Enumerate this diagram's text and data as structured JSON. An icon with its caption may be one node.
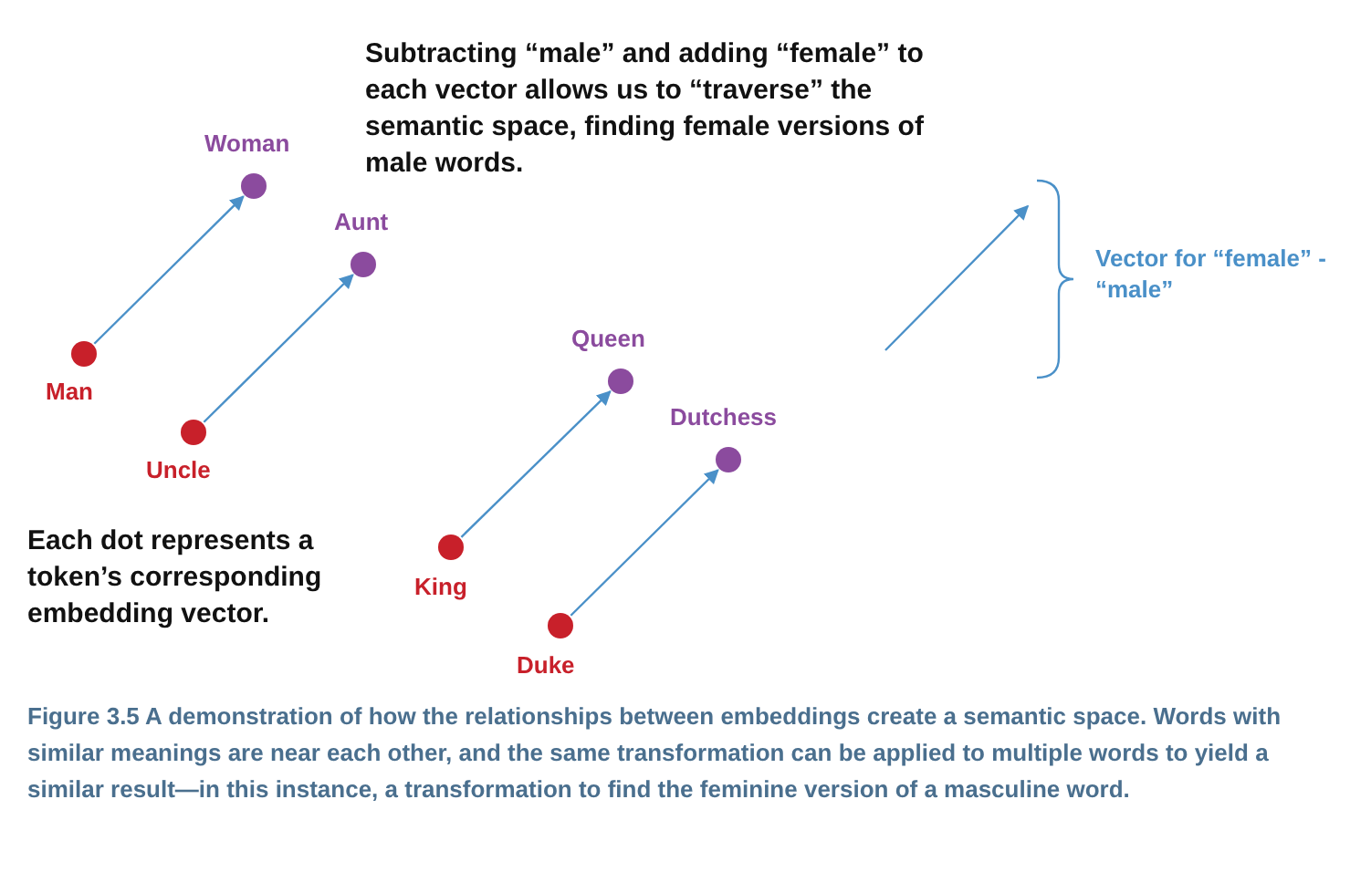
{
  "diagram": {
    "caption": "**Figure 3.5**  A demonstration of how the relationships between embeddings create a semantic space. Words with similar meanings are near each other, and the same transformation can be applied to multiple words to yield a similar result—in this instance, a transformation to find the feminine version of a masculine word.",
    "nodes": [
      {
        "text": [],
        "shape": "circle",
        "beside": [
          "Man"
        ]
      },
      {
        "text": [],
        "shape": "circle",
        "beside": [
          "Woman"
        ]
      },
      {
        "text": [],
        "shape": "circle",
        "beside": [
          "Uncle"
        ]
      },
      {
        "text": [],
        "shape": "circle",
        "beside": [
          "Aunt"
        ]
      },
      {
        "text": [],
        "shape": "circle",
        "beside": [
          "King"
        ]
      },
      {
        "text": [],
        "shape": "circle",
        "beside": [
          "Queen"
        ]
      },
      {
        "text": [],
        "shape": "circle",
        "beside": [
          "Duke"
        ]
      },
      {
        "text": [],
        "shape": "circle",
        "beside": [
          "Dutchess"
        ]
      }
    ],
    "edges": [
      {
        "from": 0,
        "to": 1,
        "arrow": "to"
      },
      {
        "from": 2,
        "to": 3,
        "arrow": "to"
      },
      {
        "from": 4,
        "to": 5,
        "arrow": "to"
      },
      {
        "from": 6,
        "to": 7,
        "arrow": "to"
      }
    ],
    "labels": [
      "Subtracting “male” and adding “female” to each vector allows us to “traverse” the semantic space, finding female versions of male words.",
      "Vector for “female” - “male”",
      "Each dot represents a token’s corresponding embedding vector."
    ]
  }
}
